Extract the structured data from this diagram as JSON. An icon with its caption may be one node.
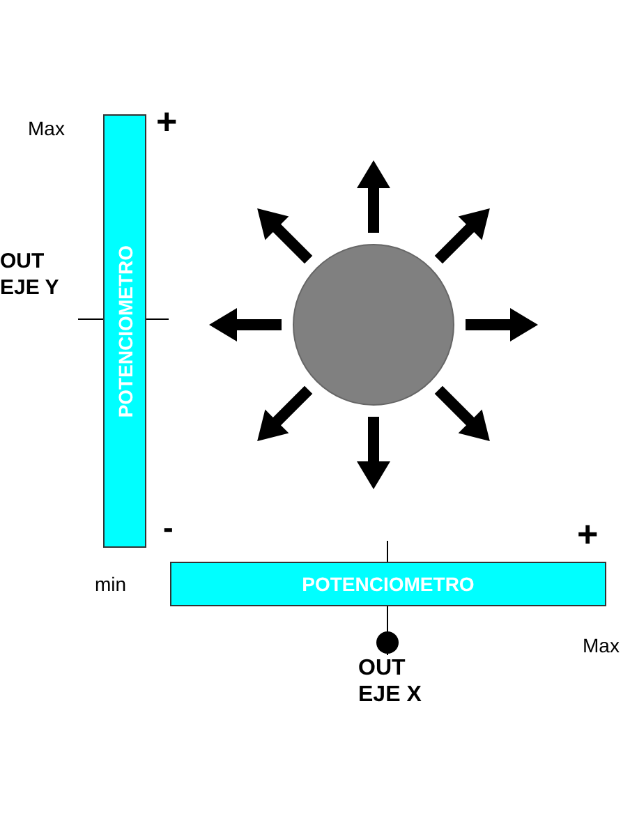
{
  "diagram": {
    "nodes": [
      {
        "text": [
          "POTENCIOMETRO"
        ]
      },
      {
        "text": [
          "POTENCIOMETRO"
        ]
      },
      {
        "text": [],
        "shape": "circle"
      },
      {
        "text": [
          "OUT EJE X"
        ]
      }
    ],
    "edges": [
      {
        "from": 1,
        "to": 3,
        "arrow": "other"
      }
    ],
    "labels": [
      "Max",
      "+",
      "OUT EJE Y",
      "-",
      "min",
      "+",
      "Max"
    ]
  }
}
